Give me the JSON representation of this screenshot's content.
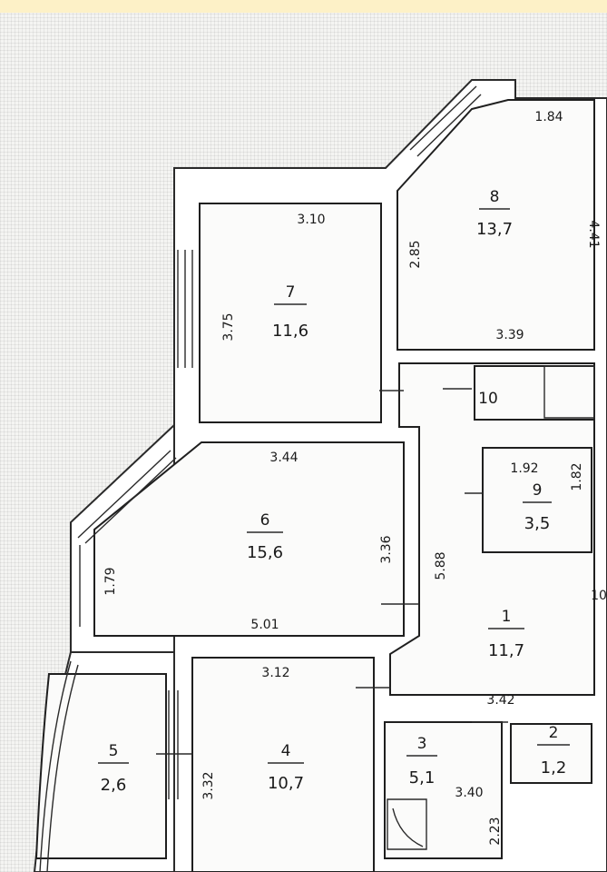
{
  "rooms": [
    {
      "id": "1",
      "area": "11,7"
    },
    {
      "id": "2",
      "area": "1,2"
    },
    {
      "id": "3",
      "area": "5,1"
    },
    {
      "id": "4",
      "area": "10,7"
    },
    {
      "id": "5",
      "area": "2,6"
    },
    {
      "id": "6",
      "area": "15,6"
    },
    {
      "id": "7",
      "area": "11,6"
    },
    {
      "id": "8",
      "area": "13,7"
    },
    {
      "id": "9",
      "area": "3,5"
    },
    {
      "id": "10",
      "area": ""
    }
  ],
  "dimensions": {
    "r8_top": "1.84",
    "r8_left": "2.85",
    "r8_right": "4.41",
    "r8_bottom": "3.39",
    "r7_top": "3.10",
    "r7_left": "3.75",
    "r6_top": "3.44",
    "r6_left": "1.79",
    "r6_right": "3.36",
    "r6_bottom": "5.01",
    "corridor": "5.88",
    "r9_top": "1.92",
    "r9_right": "1.82",
    "r4_top": "3.12",
    "r4_left": "3.32",
    "r2_top": "3.42",
    "r3_right": "3.40",
    "r3_bottom": "2.23",
    "edge_mark": "10"
  }
}
